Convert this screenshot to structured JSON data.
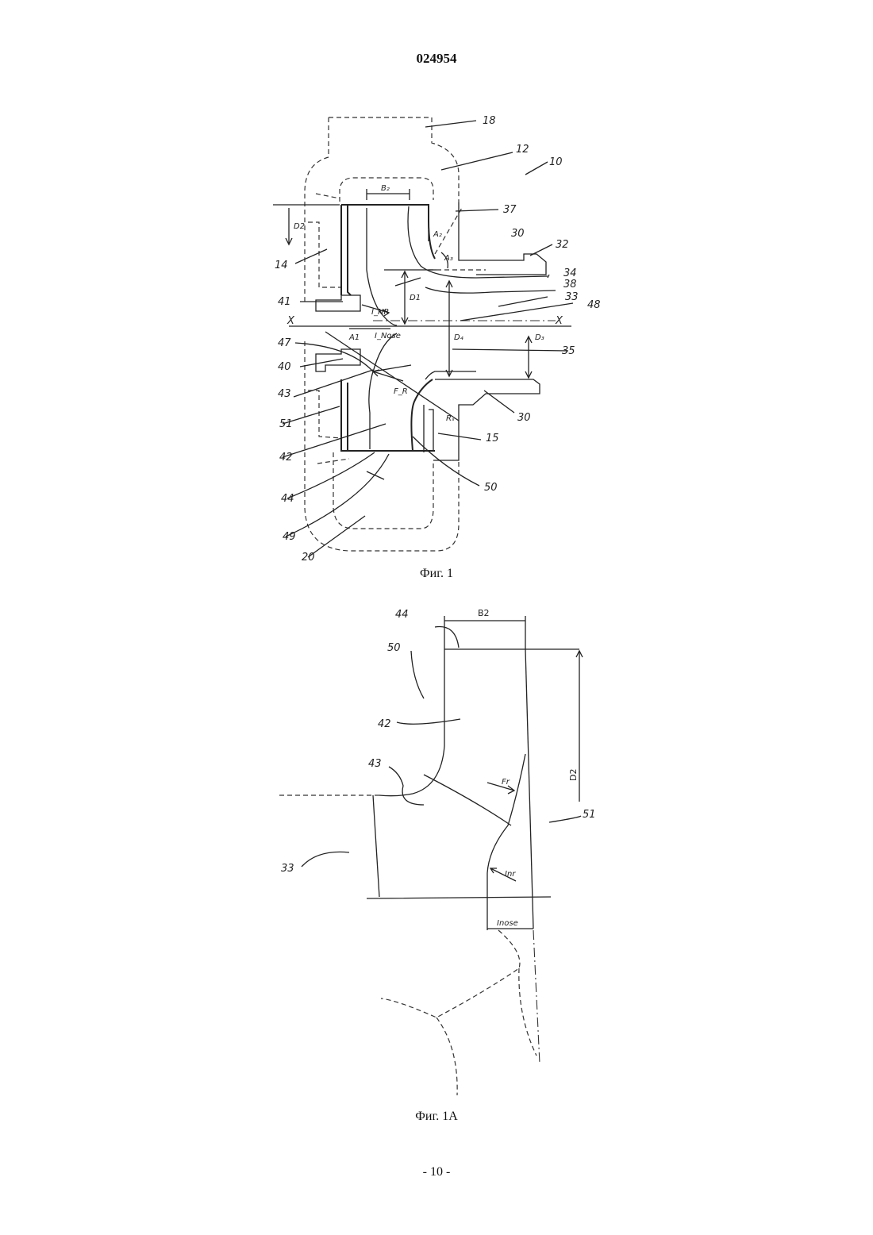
{
  "header": {
    "document_number": "024954"
  },
  "figure1": {
    "caption": "Фиг. 1",
    "labels": {
      "l18": "18",
      "l12": "12",
      "l10": "10",
      "l37": "37",
      "l30a": "30",
      "l32": "32",
      "l34": "34",
      "l38": "38",
      "l33": "33",
      "l48": "48",
      "l35": "35",
      "l30b": "30",
      "l15": "15",
      "l50": "50",
      "l14": "14",
      "l41": "41",
      "l47": "47",
      "l40": "40",
      "l43": "43",
      "l51": "51",
      "l42": "42",
      "l44": "44",
      "l49": "49",
      "l20": "20",
      "b2": "B₂",
      "d2": "D2",
      "a2": "A₂",
      "a3": "A₃",
      "d1": "D1",
      "d4": "D₄",
      "d3": "D₃",
      "fr": "F_R",
      "rs": "Rₛ",
      "a1": "A1",
      "inr": "I_NR",
      "inose": "I_Nose",
      "x_left": "X",
      "x_right": "X"
    }
  },
  "figure1a": {
    "caption": "Фиг. 1A",
    "labels": {
      "l44": "44",
      "l50": "50",
      "l42": "42",
      "l43": "43",
      "l33": "33",
      "l51": "51",
      "b2": "B2",
      "d2": "D2",
      "fr": "Fr",
      "inr": "Inr",
      "inose": "Inose"
    }
  },
  "footer": {
    "page_number": "- 10 -"
  }
}
